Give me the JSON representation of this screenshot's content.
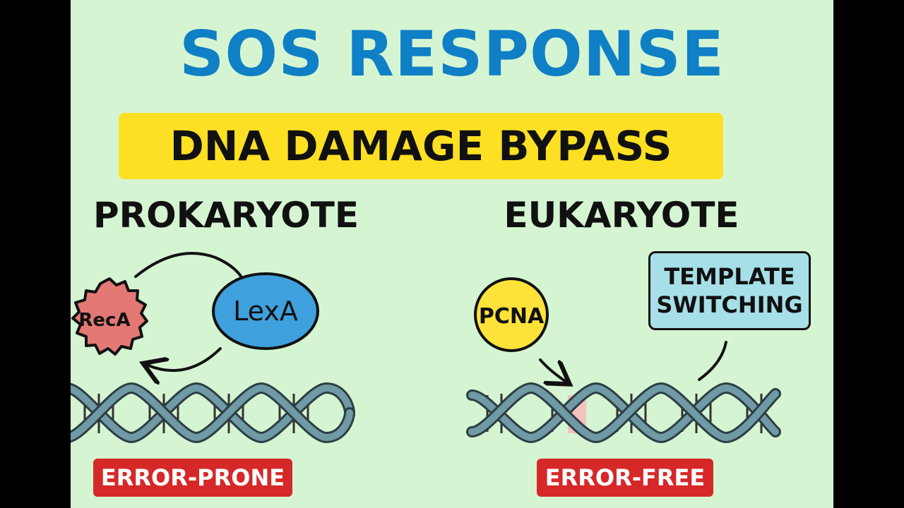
{
  "title": "SOS RESPONSE",
  "subtitle": "DNA DAMAGE BYPASS",
  "prokaryote": {
    "heading": "PROKARYOTE",
    "reca_label": "RecA",
    "lexa_label": "LexA",
    "badge": "ERROR-PRONE"
  },
  "eukaryote": {
    "heading": "EUKARYOTE",
    "pcna_label": "PCNA",
    "template_line1": "TEMPLATE",
    "template_line2": "SWITCHING",
    "badge": "ERROR-FREE"
  },
  "colors": {
    "background": "#d5f5d2",
    "title": "#0f7fc6",
    "highlight": "#fde023",
    "badge": "#d62828",
    "reca": "#e37874",
    "lexa": "#3fa0de",
    "pcna": "#fde23a",
    "template_box": "#a7dfe8",
    "dna_strand": "#6f9aa6"
  }
}
